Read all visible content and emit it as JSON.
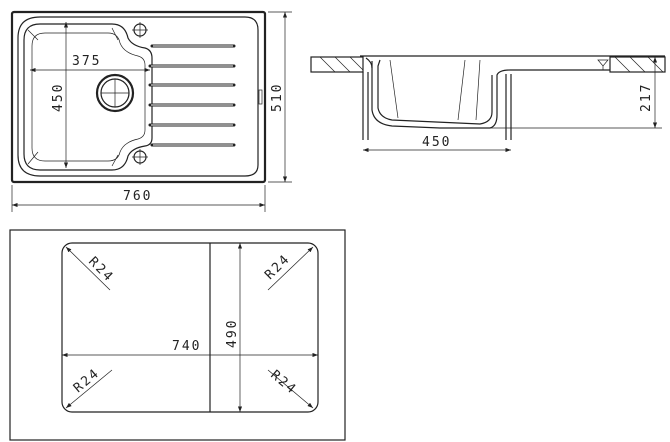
{
  "top_view": {
    "bowl_width": "375",
    "bowl_length": "450",
    "overall_width": "760",
    "overall_depth": "510"
  },
  "section_view": {
    "bowl_width": "450",
    "depth": "217"
  },
  "cutout_view": {
    "width": "740",
    "depth": "490",
    "radius_tl": "R24",
    "radius_tr": "R24",
    "radius_bl": "R24",
    "radius_br": "R24"
  }
}
